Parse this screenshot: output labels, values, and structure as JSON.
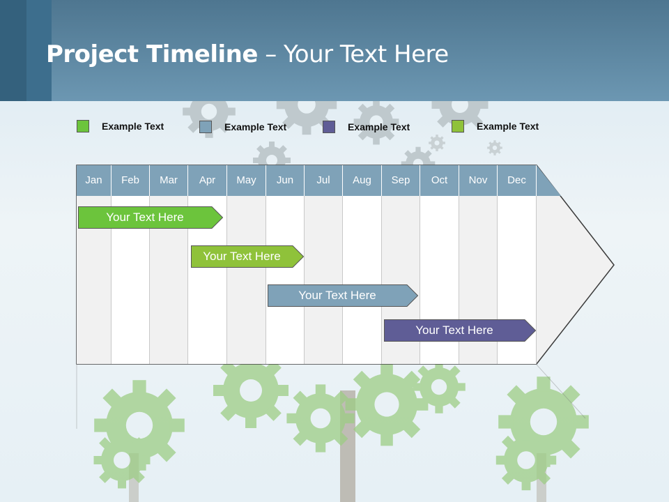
{
  "slide": {
    "title_bold": "Project Timeline",
    "title_rest": " – Your Text Here"
  },
  "legend": [
    {
      "label": "Example Text",
      "color": "#6cc43c"
    },
    {
      "label": "Example Text",
      "color": "#7fa2b8"
    },
    {
      "label": "Example Text",
      "color": "#5f5d96"
    },
    {
      "label": "Example Text",
      "color": "#8fc23a"
    }
  ],
  "timeline": {
    "months": [
      "Jan",
      "Feb",
      "Mar",
      "Apr",
      "May",
      "Jun",
      "Jul",
      "Aug",
      "Sep",
      "Oct",
      "Nov",
      "Dec"
    ],
    "header_color": "#7fa2b8",
    "tasks": [
      {
        "label": "Your  Text Here",
        "color": "#6cc43c",
        "start_month": "Jan",
        "end_month": "Apr"
      },
      {
        "label": "Your  Text Here",
        "color": "#8fc23a",
        "start_month": "Apr",
        "end_month": "Jun"
      },
      {
        "label": "Your  Text Here",
        "color": "#7fa2b8",
        "start_month": "Jun",
        "end_month": "Sep"
      },
      {
        "label": "Your  Text Here",
        "color": "#5f5d96",
        "start_month": "Sep",
        "end_month": "Dec"
      }
    ]
  },
  "background": {
    "decoration": "gear-tree-illustration"
  }
}
